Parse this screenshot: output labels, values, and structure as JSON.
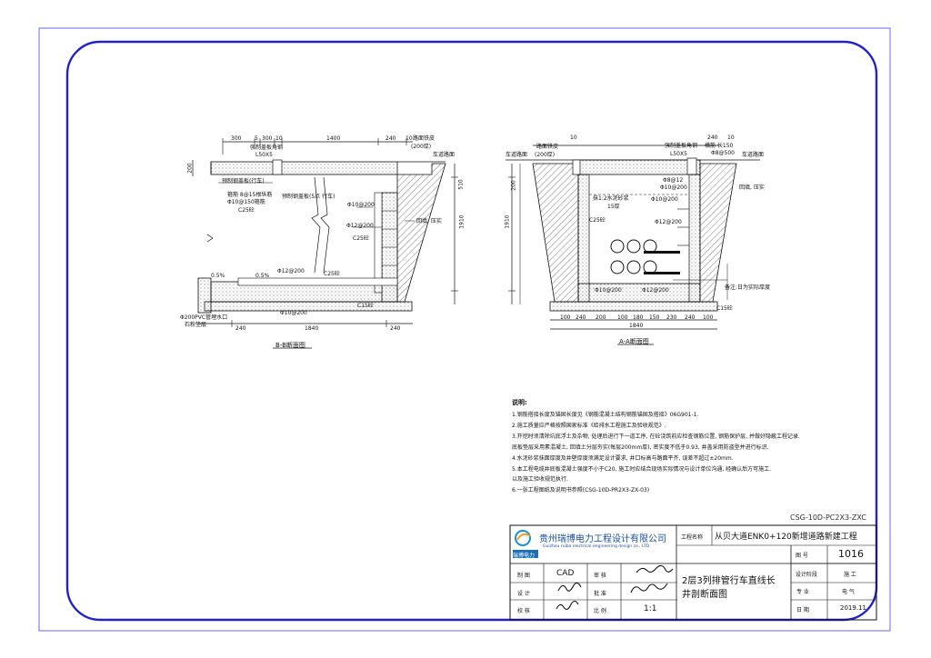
{
  "section_bb": {
    "title": "B-B断面图",
    "dims_top": [
      "300",
      "5",
      "300",
      "10",
      "1400",
      "240",
      "10"
    ],
    "dims_bottom": [
      "240",
      "1840",
      "240"
    ],
    "dims_right": [
      "510",
      "1910",
      "200"
    ],
    "labels": {
      "curb": "路面铁皮",
      "curb_thickness": "(200厚)",
      "road_slab": "车道路面",
      "angle_label_a": "强制盖板角钢",
      "angle_size": "L50X5",
      "steel_cover": "预制钢盖板(行车)",
      "rebar_a": "箍筋 8@15根纵筋",
      "rebar_b": "Φ10@150箍筋",
      "c25_a": "C25砼",
      "steel_cover_b": "预制钢盖板(5点 行车)",
      "rebar_c": "Φ10@200",
      "rebar_d": "Φ12@200",
      "c25_b": "C25砼",
      "compact": "回填, 压实",
      "slope_a": "0.5%",
      "slope_b": "0.5%",
      "rebar_e": "Φ12@200",
      "c25_c": "C25砼",
      "rebar_f": "Φ10@200",
      "c15": "C15砼",
      "pipe": "Φ200PVC管埋水口",
      "gravel": "石粉垫层"
    }
  },
  "section_aa": {
    "title": "A-A断面图",
    "dims_top": [
      "10",
      "240",
      "10"
    ],
    "dims_bottom": [
      "100",
      "240",
      "200",
      "100",
      "180",
      "150",
      "230",
      "240",
      "100"
    ],
    "total_width": "1840",
    "dims_left": [
      "1910",
      "200"
    ],
    "labels": {
      "curb": "路面铁皮",
      "curb_thickness": "(200厚)",
      "road_slab": "车道路面",
      "angle_label": "强制盖板角钢",
      "angle_size": "L50X5",
      "rebar_top_a": "横筋 长150",
      "rebar_top_b": "Φ8@500",
      "road_slab_b": "车道路面",
      "mortar": "抹1:2水泥砂浆",
      "mortar_thickness": "15厚",
      "c25": "C25砼",
      "rebar_a": "Φ8@12",
      "rebar_b": "Φ10@200",
      "rebar_c": "Φ10@200",
      "rebar_d": "Φ12@200",
      "compact": "回填, 压实",
      "rebar_e": "Φ10@200",
      "rebar_f": "Φ12@200",
      "note_soil": "备注:日为实际厚度",
      "c15": "C15砼"
    }
  },
  "notes": {
    "heading": "说明:",
    "items": [
      "1.钢筋搭接长度及锚固长度见《钢筋混凝土结构钢筋锚固及搭接》06G901-1.",
      "2.施工质量应严格按照国家标准《给排水工程施工及验收规范》.",
      "3.开挖时须清除坑底浮土及杂物, 处理后进行下一道工序, 在砼浇筑前应检查钢筋位置, 钢筋保护层, 并做好隐蔽工程记录.",
      "底板垫层采用素混凝土, 回填土分层夯实(每层200mm厚), 密实度不低于0.93, 井盖采用防盗型并进行标识.",
      "4.水泥砂浆抹面厚度及井壁厚度须满足设计要求, 井口标高与路面平齐, 误差不超过±20mm.",
      "5.本工程电缆井底板混凝土强度不小于C20, 施工时应结合现场实际情况与设计单位沟通, 经确认后方可施工.",
      "以及施工验收规范执行.",
      "6.一张工程图纸及说明书参照(CSG-10D-PR2X3-ZX-03)"
    ]
  },
  "title_block": {
    "drawing_code": "CSG-10D-PC2X3-ZXC",
    "company_cn": "贵州瑞博电力工程设计有限公司",
    "company_en": "Guizhou ruibo electrical engineering design co., LTD",
    "logo_text": "瑞博电力",
    "project_label": "工程名称",
    "project_value": "从贝大道ENK0+120新增道路新建工程",
    "drawing_no_label": "图 号",
    "drawing_no_value": "1016",
    "stage_label": "设计阶段",
    "stage_value": "施 工",
    "category_label": "专 业",
    "category_value": "电 气",
    "date_label": "日 期",
    "date_value": "2019.11",
    "drawing_title_line1": "2层3列排管行车直线长",
    "drawing_title_line2": "井剖断面图",
    "scale_label": "比 例",
    "scale_value": "1:1",
    "rows": [
      {
        "label": "制 图",
        "value": "CAD",
        "label2": "审 核"
      },
      {
        "label": "设 计",
        "label2": "批 准"
      },
      {
        "label": "校 核",
        "label2": "比 例"
      }
    ]
  }
}
